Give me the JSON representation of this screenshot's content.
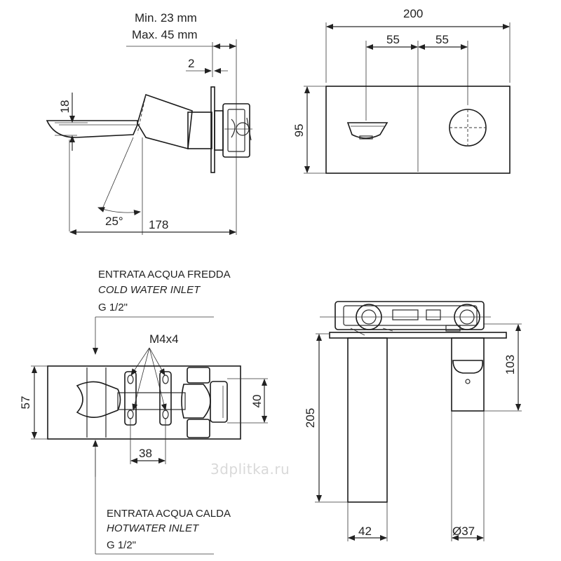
{
  "side_view": {
    "min_depth": "Min. 23 mm",
    "max_depth": "Max. 45 mm",
    "dim_2": "2",
    "dim_18": "18",
    "angle": "25°",
    "dim_178": "178"
  },
  "front_view": {
    "dim_200": "200",
    "dim_55_left": "55",
    "dim_55_right": "55",
    "dim_95": "95"
  },
  "top_view": {
    "cold_inlet_it": "ENTRATA ACQUA FREDDA",
    "cold_inlet_en": "COLD WATER INLET",
    "cold_inlet_size": "G 1/2\"",
    "screw_label": "M4x4",
    "dim_57": "57",
    "dim_40": "40",
    "dim_38": "38",
    "hot_inlet_it": "ENTRATA ACQUA CALDA",
    "hot_inlet_en": "HOTWATER INLET",
    "hot_inlet_size": "G 1/2\""
  },
  "profile_view": {
    "dim_205": "205",
    "dim_103": "103",
    "dim_42": "42",
    "dim_37": "Ø37"
  },
  "watermark": "3dplitka.ru"
}
